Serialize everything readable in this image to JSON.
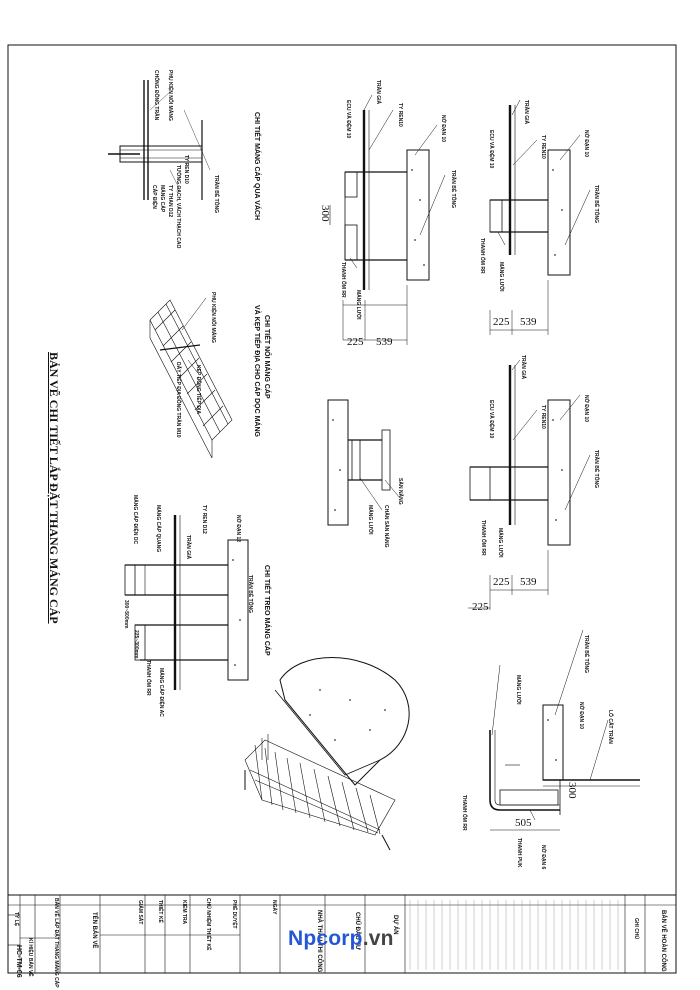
{
  "sheet_title": "BẢN VẼ CHI TIẾT LẮP ĐẶT THANG MÁNG CÁP",
  "details": {
    "through_wall": {
      "title": "CHI TIẾT MÁNG CÁP QUA VÁCH",
      "labels": [
        "PHỤ KIỆN NỐI MÁNG",
        "CHỐNG ĐỒNG TRẦN",
        "TY REN D10",
        "TƯỜNG GẠCH, VÁCH THẠCH CAO",
        "TY THAN D12",
        "MÁNG CÁP",
        "CÁP ĐIỆN",
        "TRẦN BÊ TÔNG"
      ]
    },
    "hanger_double": {
      "labels": [
        "TRẦN GIẢ",
        "TY REN10",
        "ECU VÀ ĐỆM 10",
        "NỞ ĐẠN 10",
        "TRẦN BÊ TÔNG",
        "THANH ỐM RR",
        "MÁNG LƯỚI"
      ],
      "dims": [
        "300",
        "225",
        "539"
      ]
    },
    "hanger_single": {
      "labels": [
        "TRẦN GIẢ",
        "TY REN10",
        "ECU VÀ ĐỆM 10",
        "NỞ ĐẠN 10",
        "TRẦN BÊ TÔNG",
        "THANH ỐM RR",
        "MÁNG LƯỚI"
      ],
      "dims": [
        "225",
        "539"
      ]
    },
    "tray_joint": {
      "title_a": "CHI TIẾT NỐI MÁNG CÁP",
      "title_b": "VÀ KẸP TIẾP ĐỊA CHO CÁP DỌC MÁNG",
      "labels": [
        "PHỤ KIỆN NỐI MÁNG",
        "KẸP ĐỒNG TIẾP ĐỊA",
        "DÂY TIẾP ĐỊA ĐỒNG TRẦN M10"
      ]
    },
    "floor_support": {
      "labels": [
        "SÀN NÂNG",
        "CHÂN SÀN NÂNG",
        "MÁNG LƯỚI"
      ]
    },
    "hanger_third": {
      "labels": [
        "TRẦN GIẢ",
        "TY REN10",
        "ECU VÀ ĐỆM 10",
        "NỞ ĐẠN 10",
        "TRẦN BÊ TÔNG",
        "THANH ỐM RR",
        "MÁNG LƯỚI"
      ],
      "dims": [
        "225",
        "539",
        "225"
      ]
    },
    "hanger_dc_ac": {
      "title": "CHI TIẾT TREO MÁNG CÁP",
      "labels": [
        "NỞ ĐẠN 12",
        "TY REN D12",
        "TRẦN GIẢ",
        "MÁNG CÁP QUANG",
        "MÁNG CÁP ĐIỆN DC",
        "THANH ỐM RR",
        "MÁNG CÁP ĐIỆN AC",
        "TRẦN BÊ TÔNG"
      ],
      "dims": [
        "300~500mm",
        "225~300mm"
      ]
    },
    "wall_bracket": {
      "labels": [
        "TRẦN BÊ TÔNG",
        "NỞ ĐẠN 10",
        "LỖ CẮT TRẦN",
        "MÁNG LƯỚI",
        "THANH ỐM RR",
        "THANH PUK",
        "NỞ ĐẠN 6"
      ],
      "dims": [
        "300",
        "505"
      ]
    }
  },
  "title_block": {
    "project_label": "BẢN VẼ HOÀN CÔNG",
    "project_sub": "GHI CHÚ",
    "contractor": "NHÀ THẦU THI CÔNG",
    "owner": "CHỦ ĐẦU TƯ",
    "project_small": "DỰ ÁN",
    "drawing_name_label": "TÊN BẢN VẼ",
    "drawing_name": "BẢN VẼ LẮP ĐẶT THANG MÁNG CÁP",
    "scale_label": "TỶ LỆ",
    "sheet_label": "KÍ HIỆU BẢN VẼ",
    "sheet_no": "HC-TM-06",
    "small_labels": [
      "GIÁM SÁT",
      "THIẾT KẾ",
      "CHỦ NHIỆM THIẾT KẾ",
      "KIỂM TRA",
      "PHÊ DUYỆT",
      "NGÀY"
    ]
  },
  "watermark": {
    "main": "Npcorp",
    "suffix": ".vn",
    "color": "#2456d6"
  }
}
